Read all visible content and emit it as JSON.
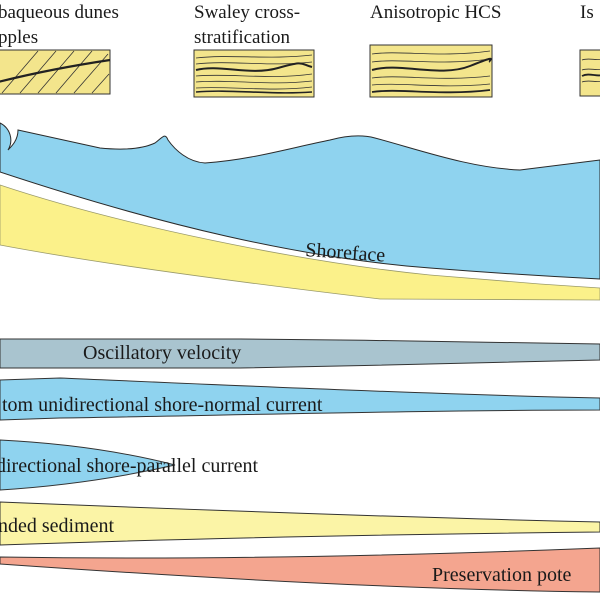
{
  "headers": [
    {
      "line1": "baqueous dunes",
      "line2": "pples"
    },
    {
      "line1": "Swaley cross-",
      "line2": "stratification"
    },
    {
      "line1": "Anisotropic HCS",
      "line2": ""
    },
    {
      "line1": "Is",
      "line2": ""
    }
  ],
  "profile": {
    "shoreface_label": "Shoreface"
  },
  "bands": [
    {
      "label": "Oscillatory velocity"
    },
    {
      "label": "tom unidirectional shore-normal current"
    },
    {
      "label": "directional shore-parallel current"
    },
    {
      "label": "nded sediment"
    },
    {
      "label": "Preservation pote"
    }
  ],
  "colors": {
    "water": "#8fd3ef",
    "sand": "#fbf18a",
    "box_fill": "#f3e58c",
    "oscillatory": "#a9c4cf",
    "shore_normal": "#8fd3ef",
    "shore_parallel": "#8fd3ef",
    "sediment": "#fbf4a6",
    "preservation": "#f4a58f"
  }
}
